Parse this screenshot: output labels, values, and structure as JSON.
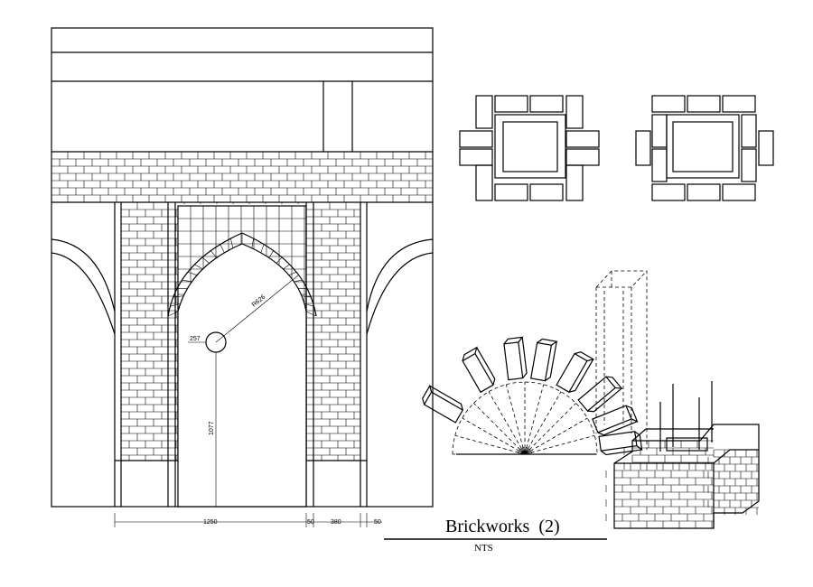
{
  "drawing": {
    "title": "Brickworks  (2)",
    "scale_note": "NTS",
    "line_color": "#000000",
    "background": "#ffffff"
  },
  "dimensions": {
    "arch_radius": "R626",
    "inner_radius": "257",
    "pier_height": "1077",
    "span_width": "1250",
    "gap_left": "50",
    "pier_width": "380",
    "gap_right": "50"
  }
}
